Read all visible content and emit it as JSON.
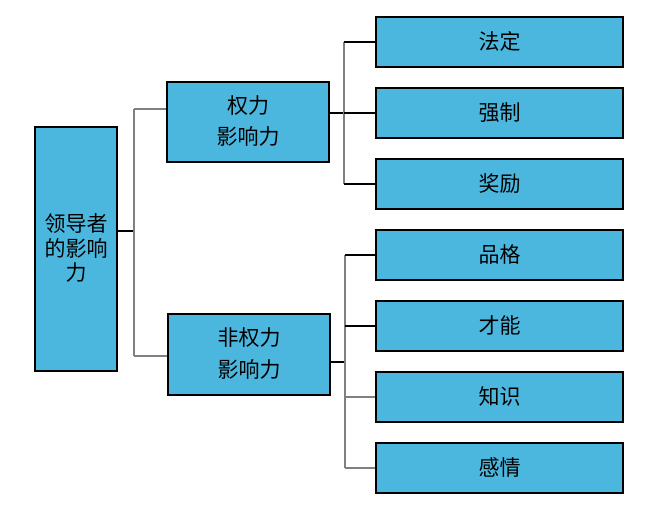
{
  "diagram": {
    "type": "hierarchy-tree",
    "title": "领导者的影响力",
    "orientation": "left-to-right",
    "colors": {
      "node_fill": "#4cb7de",
      "node_border": "#000000",
      "connector_black": "#000000",
      "connector_gray": "#808080",
      "background": "#ffffff",
      "text": "#000000"
    },
    "root": {
      "label": "领导者\n的影响\n力",
      "plain": "领导者的影响力"
    },
    "branches": [
      {
        "label": "权力\n影响力",
        "plain": "权力影响力",
        "children": [
          {
            "label": "法定"
          },
          {
            "label": "强制"
          },
          {
            "label": "奖励"
          }
        ]
      },
      {
        "label": "非权力\n影响力",
        "plain": "非权力影响力",
        "children": [
          {
            "label": "品格"
          },
          {
            "label": "才能"
          },
          {
            "label": "知识"
          },
          {
            "label": "感情"
          }
        ]
      }
    ]
  }
}
